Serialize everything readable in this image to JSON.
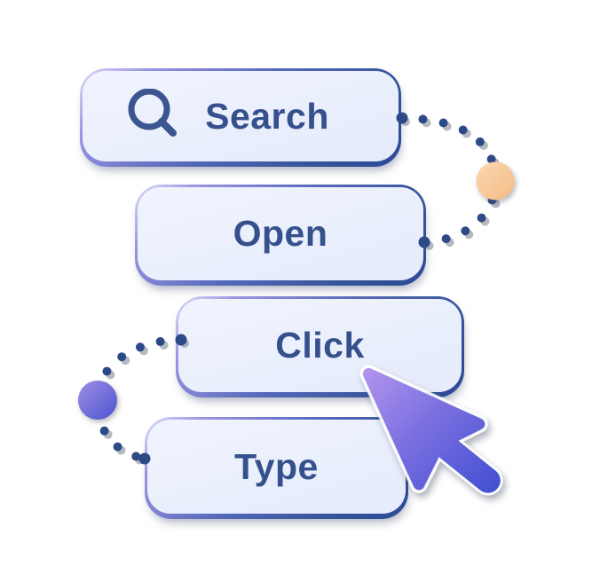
{
  "illustration": {
    "title": "automation actions flow",
    "buttons": [
      {
        "label": "Search",
        "icon": "magnifier-icon"
      },
      {
        "label": "Open"
      },
      {
        "label": "Click"
      },
      {
        "label": "Type"
      }
    ],
    "nodes": [
      {
        "name": "orange-node",
        "side": "right",
        "between": [
          "Search",
          "Open"
        ]
      },
      {
        "name": "purple-node",
        "side": "left",
        "between": [
          "Click",
          "Type"
        ]
      }
    ],
    "cursor": {
      "name": "cursor-arrow",
      "points_at": "Click"
    },
    "colors": {
      "background": "#ffffff",
      "button_fill": "#e9effc",
      "button_border_dark": "#2c4a96",
      "button_border_light": "#e2def8",
      "label_text": "#35508c",
      "path_dot": "#2e4a86",
      "orange_node_start": "#fbd8b0",
      "orange_node_end": "#f3bc85",
      "purple_node_start": "#9f8fe6",
      "purple_node_end": "#4b53ce",
      "cursor_gradient_start": "#ae92ec",
      "cursor_gradient_end": "#4450d2"
    }
  }
}
